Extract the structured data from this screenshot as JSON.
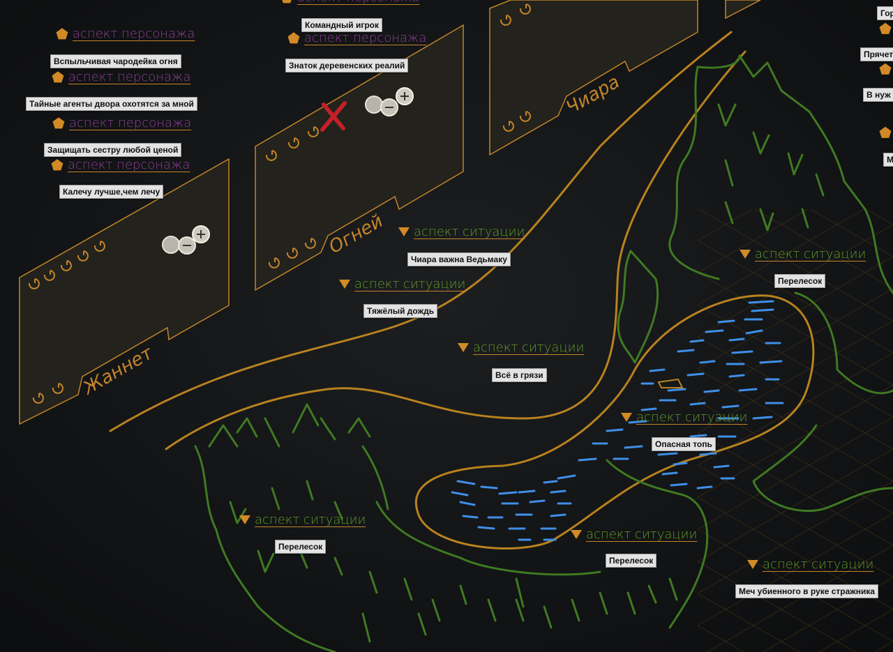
{
  "map": {
    "character_sheets": [
      {
        "id": "zhannet",
        "name": "Жаннет"
      },
      {
        "id": "ogney",
        "name": "Огней"
      },
      {
        "id": "chiara",
        "name": "Чиара"
      }
    ],
    "aspect_label_character": "аспект персонажа",
    "aspect_label_situation": "аспект ситуации",
    "character_aspects": [
      {
        "note": "Командный игрок"
      },
      {
        "note": "Знаток деревенских реалий"
      },
      {
        "note": "Вспыльчивая чародейка огня"
      },
      {
        "note": "Тайные агенты двора охотятся за мной"
      },
      {
        "note": "Защищать сестру любой ценой"
      },
      {
        "note": "Калечу лучше,чем лечу"
      }
    ],
    "situation_aspects": [
      {
        "note": "Чиара важна Ведьмаку"
      },
      {
        "note": "Тяжёлый дождь"
      },
      {
        "note": "Всё в грязи"
      },
      {
        "note": "Перелесок"
      },
      {
        "note": "Опасная топь"
      },
      {
        "note": "Перелесок"
      },
      {
        "note": "Перелесок"
      },
      {
        "note": "Меч убиенного в руке стражника"
      }
    ],
    "edge_notes_right": [
      "Гор",
      "Прячет",
      "В нуж",
      "М"
    ],
    "colors": {
      "accent": "#d18a26",
      "forest": "#3f7a22",
      "water": "#3f8fe8",
      "character": "#8c3f96",
      "situation": "#5f9a2a"
    }
  }
}
